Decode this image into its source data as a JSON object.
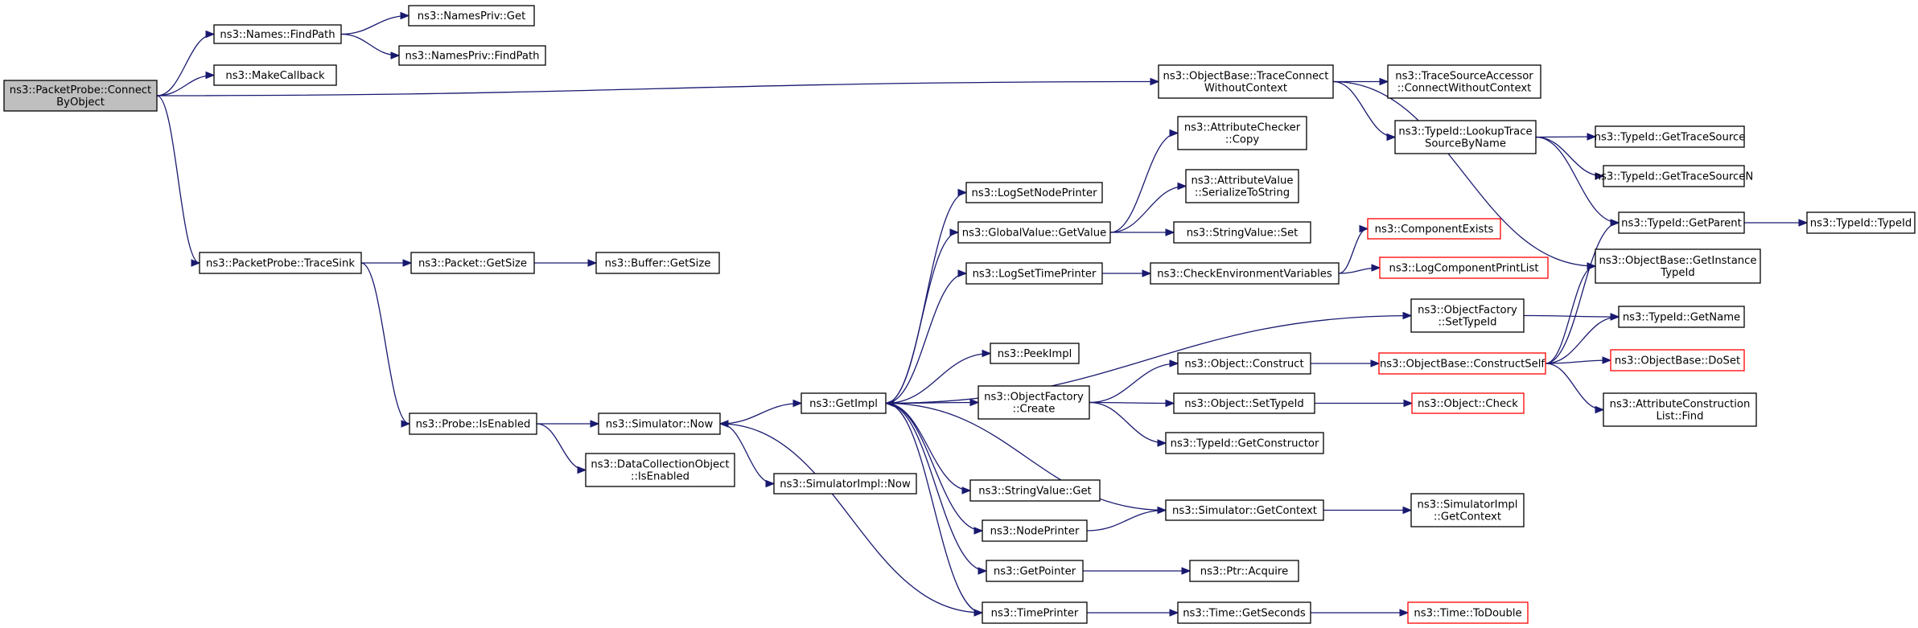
{
  "nodes": [
    {
      "id": "root",
      "lines": [
        "ns3::PacketProbe::Connect",
        "ByObject"
      ],
      "root": true
    },
    {
      "id": "findpath",
      "lines": [
        "ns3::Names::FindPath"
      ]
    },
    {
      "id": "namespriv_get",
      "lines": [
        "ns3::NamesPriv::Get"
      ]
    },
    {
      "id": "namespriv_findpath",
      "lines": [
        "ns3::NamesPriv::FindPath"
      ]
    },
    {
      "id": "makecallback",
      "lines": [
        "ns3::MakeCallback"
      ]
    },
    {
      "id": "tracesink",
      "lines": [
        "ns3::PacketProbe::TraceSink"
      ]
    },
    {
      "id": "packet_getsize",
      "lines": [
        "ns3::Packet::GetSize"
      ]
    },
    {
      "id": "buffer_getsize",
      "lines": [
        "ns3::Buffer::GetSize"
      ]
    },
    {
      "id": "probe_isenabled",
      "lines": [
        "ns3::Probe::IsEnabled"
      ]
    },
    {
      "id": "sim_now",
      "lines": [
        "ns3::Simulator::Now"
      ]
    },
    {
      "id": "dco_isenabled",
      "lines": [
        "ns3::DataCollectionObject",
        "::IsEnabled"
      ]
    },
    {
      "id": "simimpl_now",
      "lines": [
        "ns3::SimulatorImpl::Now"
      ]
    },
    {
      "id": "getimpl",
      "lines": [
        "ns3::GetImpl"
      ]
    },
    {
      "id": "logsetnodeprinter",
      "lines": [
        "ns3::LogSetNodePrinter"
      ]
    },
    {
      "id": "globalvalue_getvalue",
      "lines": [
        "ns3::GlobalValue::GetValue"
      ]
    },
    {
      "id": "logsettimeprinter",
      "lines": [
        "ns3::LogSetTimePrinter"
      ]
    },
    {
      "id": "peekimpl",
      "lines": [
        "ns3::PeekImpl"
      ]
    },
    {
      "id": "objectfactory_create",
      "lines": [
        "ns3::ObjectFactory",
        "::Create"
      ]
    },
    {
      "id": "stringvalue_get",
      "lines": [
        "ns3::StringValue::Get"
      ]
    },
    {
      "id": "nodeprinter",
      "lines": [
        "ns3::NodePrinter"
      ]
    },
    {
      "id": "getpointer",
      "lines": [
        "ns3::GetPointer"
      ]
    },
    {
      "id": "timeprinter",
      "lines": [
        "ns3::TimePrinter"
      ]
    },
    {
      "id": "attrchecker_copy",
      "lines": [
        "ns3::AttributeChecker",
        "::Copy"
      ]
    },
    {
      "id": "attrvalue_serialize",
      "lines": [
        "ns3::AttributeValue",
        "::SerializeToString"
      ]
    },
    {
      "id": "stringvalue_set",
      "lines": [
        "ns3::StringValue::Set"
      ]
    },
    {
      "id": "checkenvvars",
      "lines": [
        "ns3::CheckEnvironmentVariables"
      ]
    },
    {
      "id": "object_construct",
      "lines": [
        "ns3::Object::Construct"
      ]
    },
    {
      "id": "object_settypeid",
      "lines": [
        "ns3::Object::SetTypeId"
      ]
    },
    {
      "id": "typeid_getconstructor",
      "lines": [
        "ns3::TypeId::GetConstructor"
      ]
    },
    {
      "id": "sim_getcontext",
      "lines": [
        "ns3::Simulator::GetContext"
      ]
    },
    {
      "id": "ptr_acquire",
      "lines": [
        "ns3::Ptr::Acquire"
      ]
    },
    {
      "id": "time_getseconds",
      "lines": [
        "ns3::Time::GetSeconds"
      ]
    },
    {
      "id": "tracecnwc",
      "lines": [
        "ns3::ObjectBase::TraceConnect",
        "WithoutContext"
      ]
    },
    {
      "id": "tsa_cnwc",
      "lines": [
        "ns3::TraceSourceAccessor",
        "::ConnectWithoutContext"
      ]
    },
    {
      "id": "typeid_lookuptrace",
      "lines": [
        "ns3::TypeId::LookupTrace",
        "SourceByName"
      ]
    },
    {
      "id": "componentexists",
      "lines": [
        "ns3::ComponentExists"
      ],
      "red": true
    },
    {
      "id": "logcomponentprintlist",
      "lines": [
        "ns3::LogComponentPrintList"
      ],
      "red": true
    },
    {
      "id": "objectfactory_settypeid",
      "lines": [
        "ns3::ObjectFactory",
        "::SetTypeId"
      ]
    },
    {
      "id": "objectbase_constructself",
      "lines": [
        "ns3::ObjectBase::ConstructSelf"
      ],
      "red": true
    },
    {
      "id": "object_check",
      "lines": [
        "ns3::Object::Check"
      ],
      "red": true
    },
    {
      "id": "simimpl_getcontext",
      "lines": [
        "ns3::SimulatorImpl",
        "::GetContext"
      ]
    },
    {
      "id": "time_todouble",
      "lines": [
        "ns3::Time::ToDouble"
      ],
      "red": true
    },
    {
      "id": "typeid_gettracesource",
      "lines": [
        "ns3::TypeId::GetTraceSource"
      ]
    },
    {
      "id": "typeid_gettracesourcen",
      "lines": [
        "ns3::TypeId::GetTraceSourceN"
      ]
    },
    {
      "id": "typeid_getparent",
      "lines": [
        "ns3::TypeId::GetParent"
      ]
    },
    {
      "id": "objectbase_getinstancetypeid",
      "lines": [
        "ns3::ObjectBase::GetInstance",
        "TypeId"
      ]
    },
    {
      "id": "typeid_getname",
      "lines": [
        "ns3::TypeId::GetName"
      ]
    },
    {
      "id": "objectbase_doset",
      "lines": [
        "ns3::ObjectBase::DoSet"
      ],
      "red": true
    },
    {
      "id": "attrconstructionlist_find",
      "lines": [
        "ns3::AttributeConstruction",
        "List::Find"
      ]
    },
    {
      "id": "typeid_typeid",
      "lines": [
        "ns3::TypeId::TypeId"
      ]
    }
  ],
  "edges": [
    [
      "root",
      "findpath"
    ],
    [
      "root",
      "makecallback"
    ],
    [
      "root",
      "tracecnwc"
    ],
    [
      "root",
      "tracesink"
    ],
    [
      "findpath",
      "namespriv_get"
    ],
    [
      "findpath",
      "namespriv_findpath"
    ],
    [
      "tracesink",
      "packet_getsize"
    ],
    [
      "tracesink",
      "probe_isenabled"
    ],
    [
      "packet_getsize",
      "buffer_getsize"
    ],
    [
      "probe_isenabled",
      "sim_now"
    ],
    [
      "probe_isenabled",
      "dco_isenabled"
    ],
    [
      "sim_now",
      "getimpl"
    ],
    [
      "sim_now",
      "simimpl_now"
    ],
    [
      "getimpl",
      "logsetnodeprinter"
    ],
    [
      "getimpl",
      "globalvalue_getvalue"
    ],
    [
      "getimpl",
      "logsettimeprinter"
    ],
    [
      "getimpl",
      "objectfactory_settypeid"
    ],
    [
      "getimpl",
      "peekimpl"
    ],
    [
      "getimpl",
      "objectfactory_create"
    ],
    [
      "getimpl",
      "stringvalue_get"
    ],
    [
      "getimpl",
      "nodeprinter"
    ],
    [
      "getimpl",
      "getpointer"
    ],
    [
      "getimpl",
      "timeprinter"
    ],
    [
      "globalvalue_getvalue",
      "attrchecker_copy"
    ],
    [
      "globalvalue_getvalue",
      "attrvalue_serialize"
    ],
    [
      "globalvalue_getvalue",
      "stringvalue_set"
    ],
    [
      "logsettimeprinter",
      "checkenvvars"
    ],
    [
      "checkenvvars",
      "componentexists"
    ],
    [
      "checkenvvars",
      "logcomponentprintlist"
    ],
    [
      "objectfactory_create",
      "object_construct"
    ],
    [
      "objectfactory_create",
      "object_settypeid"
    ],
    [
      "objectfactory_create",
      "typeid_getconstructor"
    ],
    [
      "object_construct",
      "objectbase_constructself"
    ],
    [
      "object_settypeid",
      "object_check"
    ],
    [
      "nodeprinter",
      "sim_getcontext"
    ],
    [
      "sim_getcontext",
      "getimpl"
    ],
    [
      "sim_getcontext",
      "simimpl_getcontext"
    ],
    [
      "getpointer",
      "ptr_acquire"
    ],
    [
      "timeprinter",
      "sim_now"
    ],
    [
      "timeprinter",
      "time_getseconds"
    ],
    [
      "time_getseconds",
      "time_todouble"
    ],
    [
      "tracecnwc",
      "tsa_cnwc"
    ],
    [
      "tracecnwc",
      "typeid_lookuptrace"
    ],
    [
      "tracecnwc",
      "objectbase_getinstancetypeid"
    ],
    [
      "typeid_lookuptrace",
      "typeid_gettracesource"
    ],
    [
      "typeid_lookuptrace",
      "typeid_gettracesourcen"
    ],
    [
      "typeid_lookuptrace",
      "typeid_getparent"
    ],
    [
      "objectfactory_settypeid",
      "typeid_getname"
    ],
    [
      "objectbase_constructself",
      "typeid_getparent"
    ],
    [
      "objectbase_constructself",
      "objectbase_getinstancetypeid"
    ],
    [
      "objectbase_constructself",
      "typeid_getname"
    ],
    [
      "objectbase_constructself",
      "objectbase_doset"
    ],
    [
      "objectbase_constructself",
      "attrconstructionlist_find"
    ],
    [
      "typeid_getparent",
      "typeid_typeid"
    ]
  ]
}
